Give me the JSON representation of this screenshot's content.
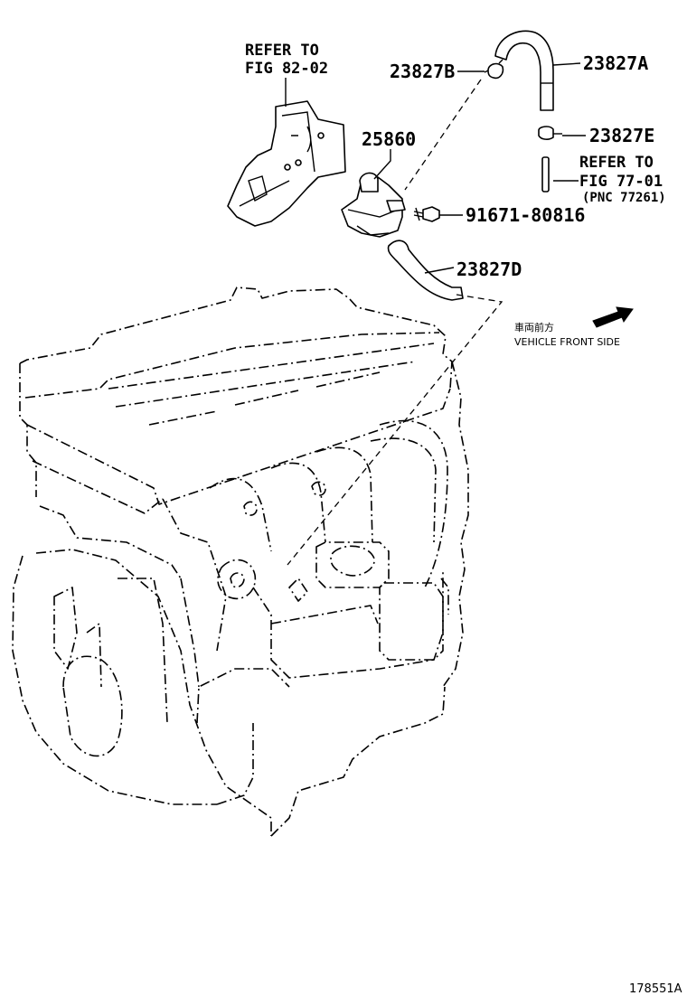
{
  "labels": {
    "refer_82": [
      "REFER TO",
      "FIG 82-02"
    ],
    "part_23827b": "23827B",
    "part_23827a": "23827A",
    "part_23827e": "23827E",
    "part_25860": "25860",
    "refer_77": [
      "REFER TO",
      "FIG 77-01",
      "(PNC 77261)"
    ],
    "part_91671": "91671-80816",
    "part_23827d": "23827D",
    "front_jp": "車両前方",
    "front_en": "VEHICLE FRONT SIDE",
    "figure_id": "178551A"
  }
}
